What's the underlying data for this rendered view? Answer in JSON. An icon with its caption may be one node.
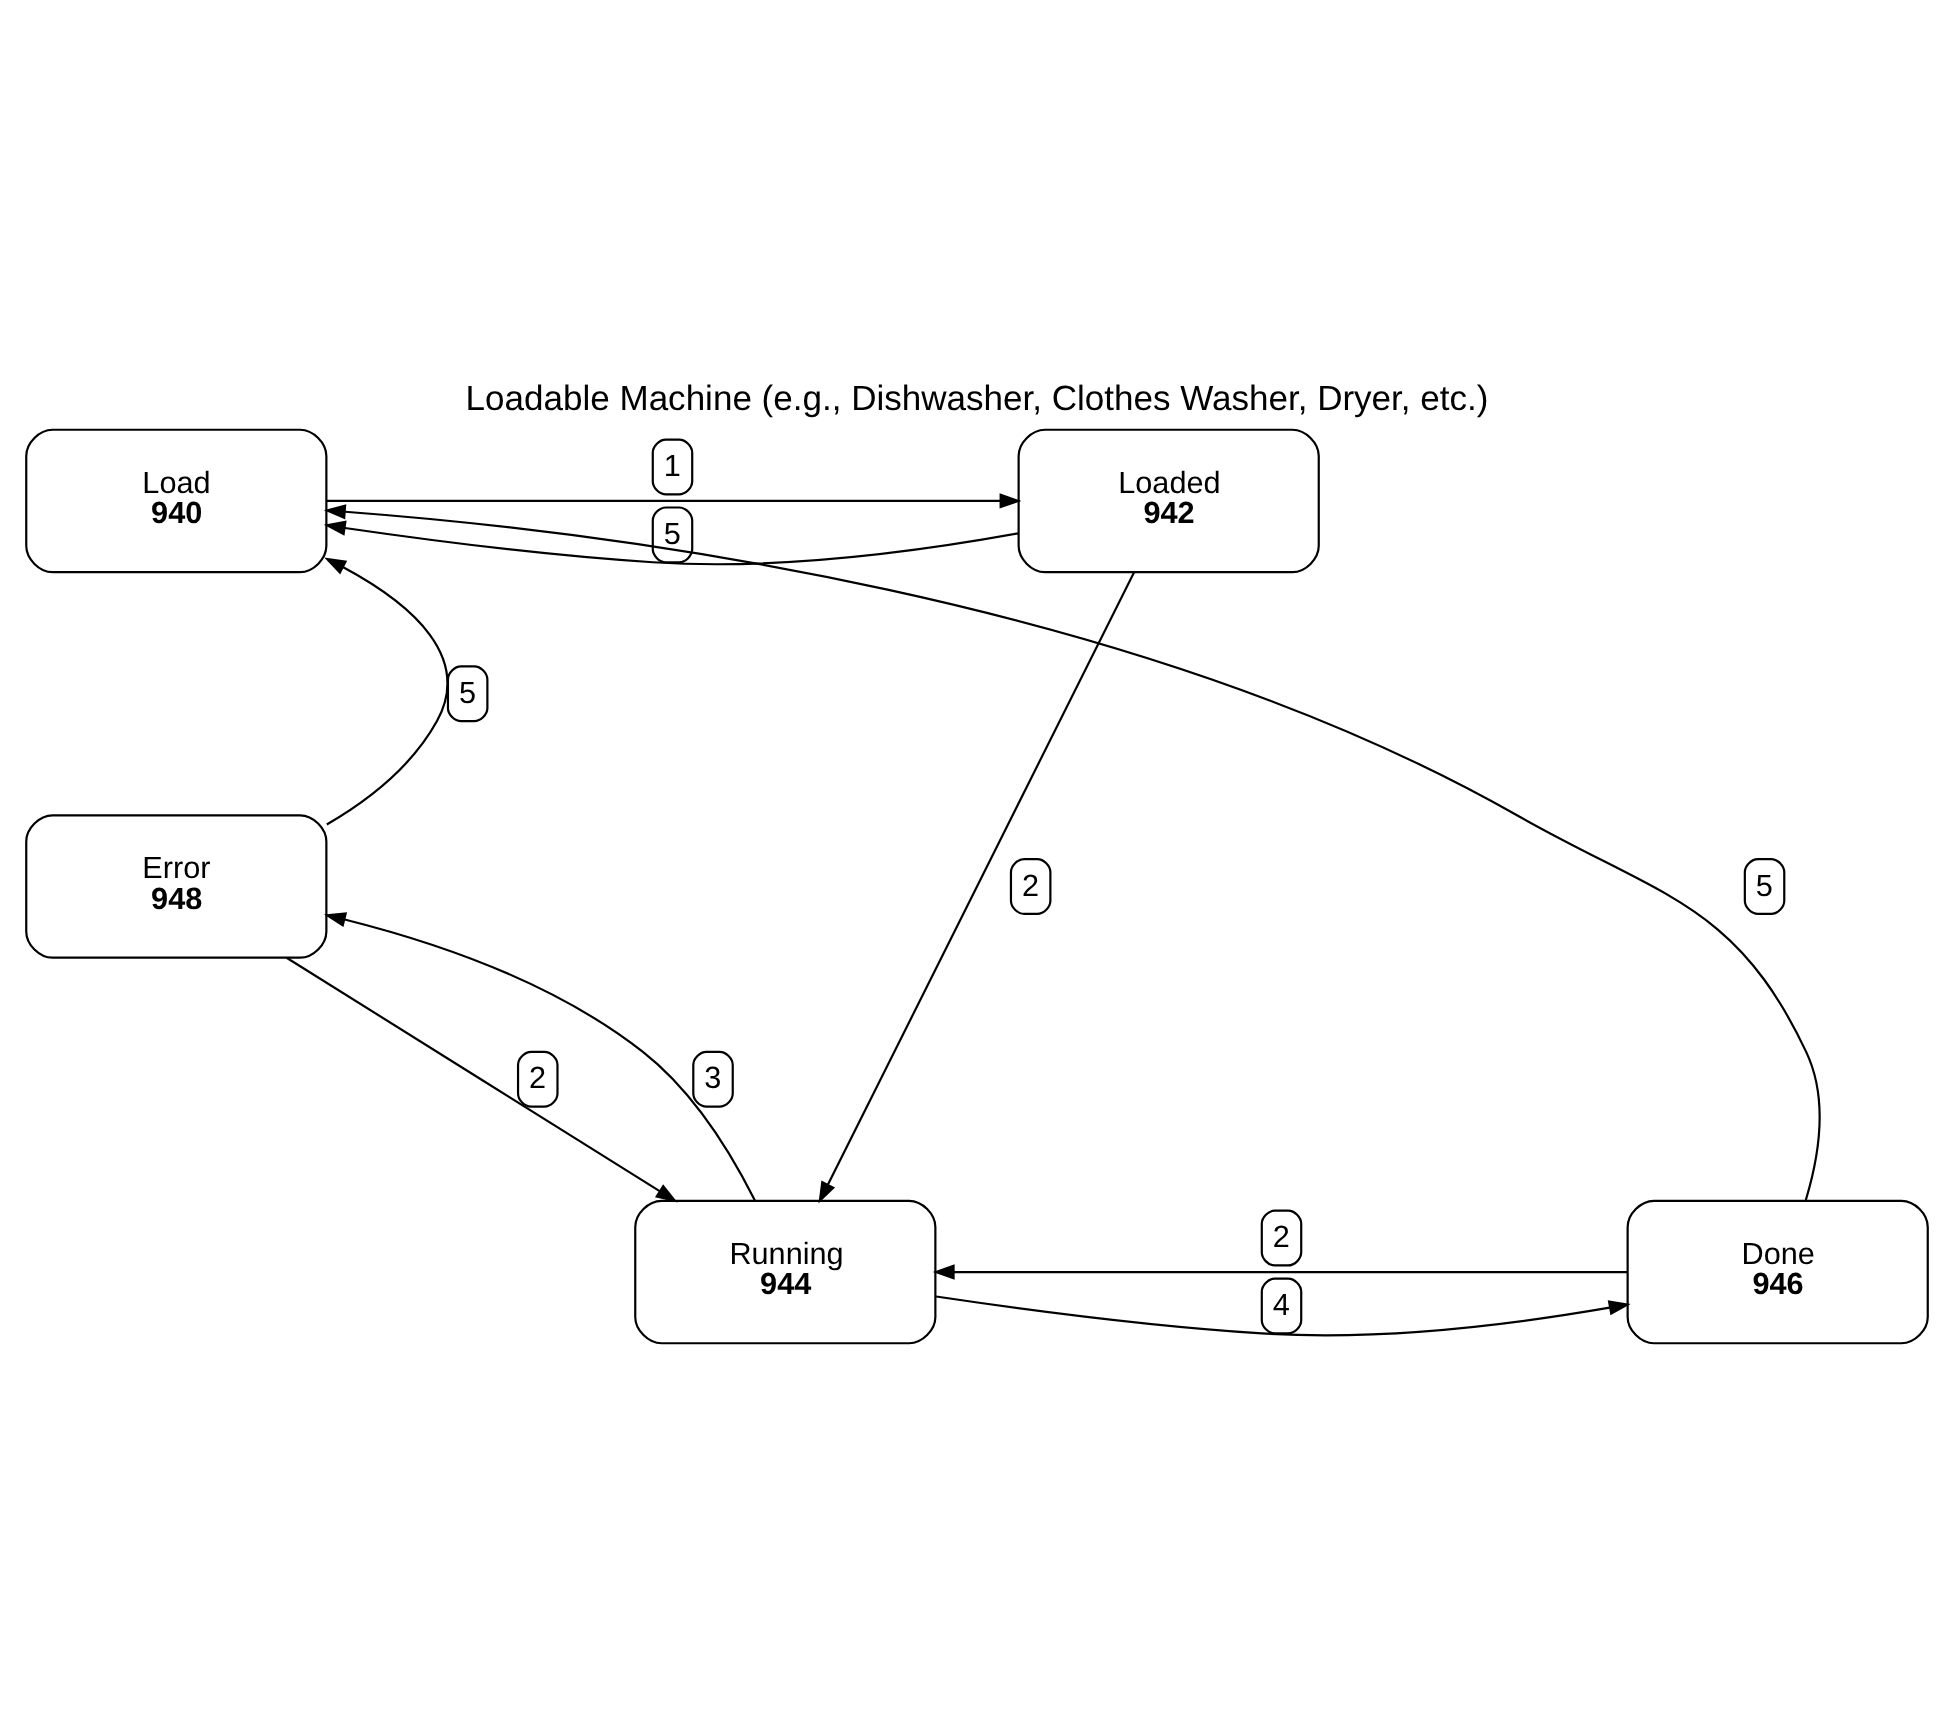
{
  "diagram": {
    "title": "Loadable Machine (e.g., Dishwasher, Clothes Washer, Dryer, etc.)",
    "nodes": [
      {
        "text": [
          "Load",
          "940"
        ]
      },
      {
        "text": [
          "Loaded",
          "942"
        ]
      },
      {
        "text": [
          "Error",
          "948"
        ]
      },
      {
        "text": [
          "Done",
          "946"
        ]
      },
      {
        "text": [
          "Running",
          "944"
        ]
      }
    ],
    "edges": [
      {
        "from": 0,
        "to": 1,
        "arrow": "to",
        "label": "1"
      },
      {
        "from": 1,
        "to": 0,
        "arrow": "to",
        "label": "5"
      },
      {
        "from": 1,
        "to": 4,
        "arrow": "to",
        "label": "2"
      },
      {
        "from": 2,
        "to": 0,
        "arrow": "to",
        "label": "5"
      },
      {
        "from": 2,
        "to": 4,
        "arrow": "to",
        "label": "2"
      },
      {
        "from": 4,
        "to": 2,
        "arrow": "to",
        "label": "3"
      },
      {
        "from": 3,
        "to": 4,
        "arrow": "to",
        "label": "2"
      },
      {
        "from": 4,
        "to": 3,
        "arrow": "to",
        "label": "4"
      },
      {
        "from": 3,
        "to": 0,
        "arrow": "to",
        "label": "5"
      }
    ]
  }
}
